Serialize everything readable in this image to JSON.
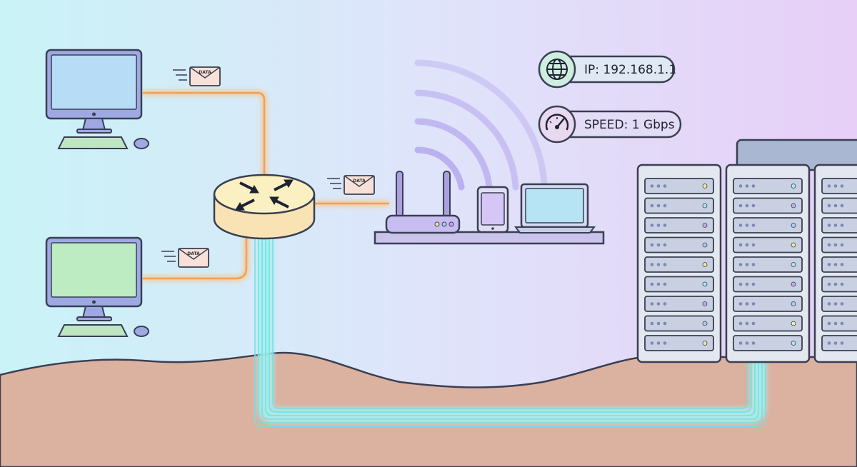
{
  "colors": {
    "bg_left": "#c9f3f7",
    "bg_mid": "#dfe4fa",
    "bg_right": "#e7cff7",
    "ground": "#dbb1a0",
    "outline": "#3a3f52",
    "router_top": "#fbf0c2",
    "router_side": "#f9e3b5",
    "wired_glow": "#f6c995",
    "fiber_glow": "#a6f1ee",
    "wifi_arc": "#b7aaee",
    "server_body": "#e3e7f0",
    "server_roof": "#aab7d2"
  },
  "badges": {
    "ip": {
      "label": "IP: 192.168.1.1",
      "icon": "globe-icon"
    },
    "speed": {
      "label": "SPEED: 1 Gbps",
      "icon": "speedometer-icon"
    }
  },
  "packets": [
    {
      "label": "DATA",
      "icon": "envelope-icon"
    },
    {
      "label": "DATA",
      "icon": "envelope-icon"
    },
    {
      "label": "DATA",
      "icon": "envelope-icon"
    }
  ]
}
